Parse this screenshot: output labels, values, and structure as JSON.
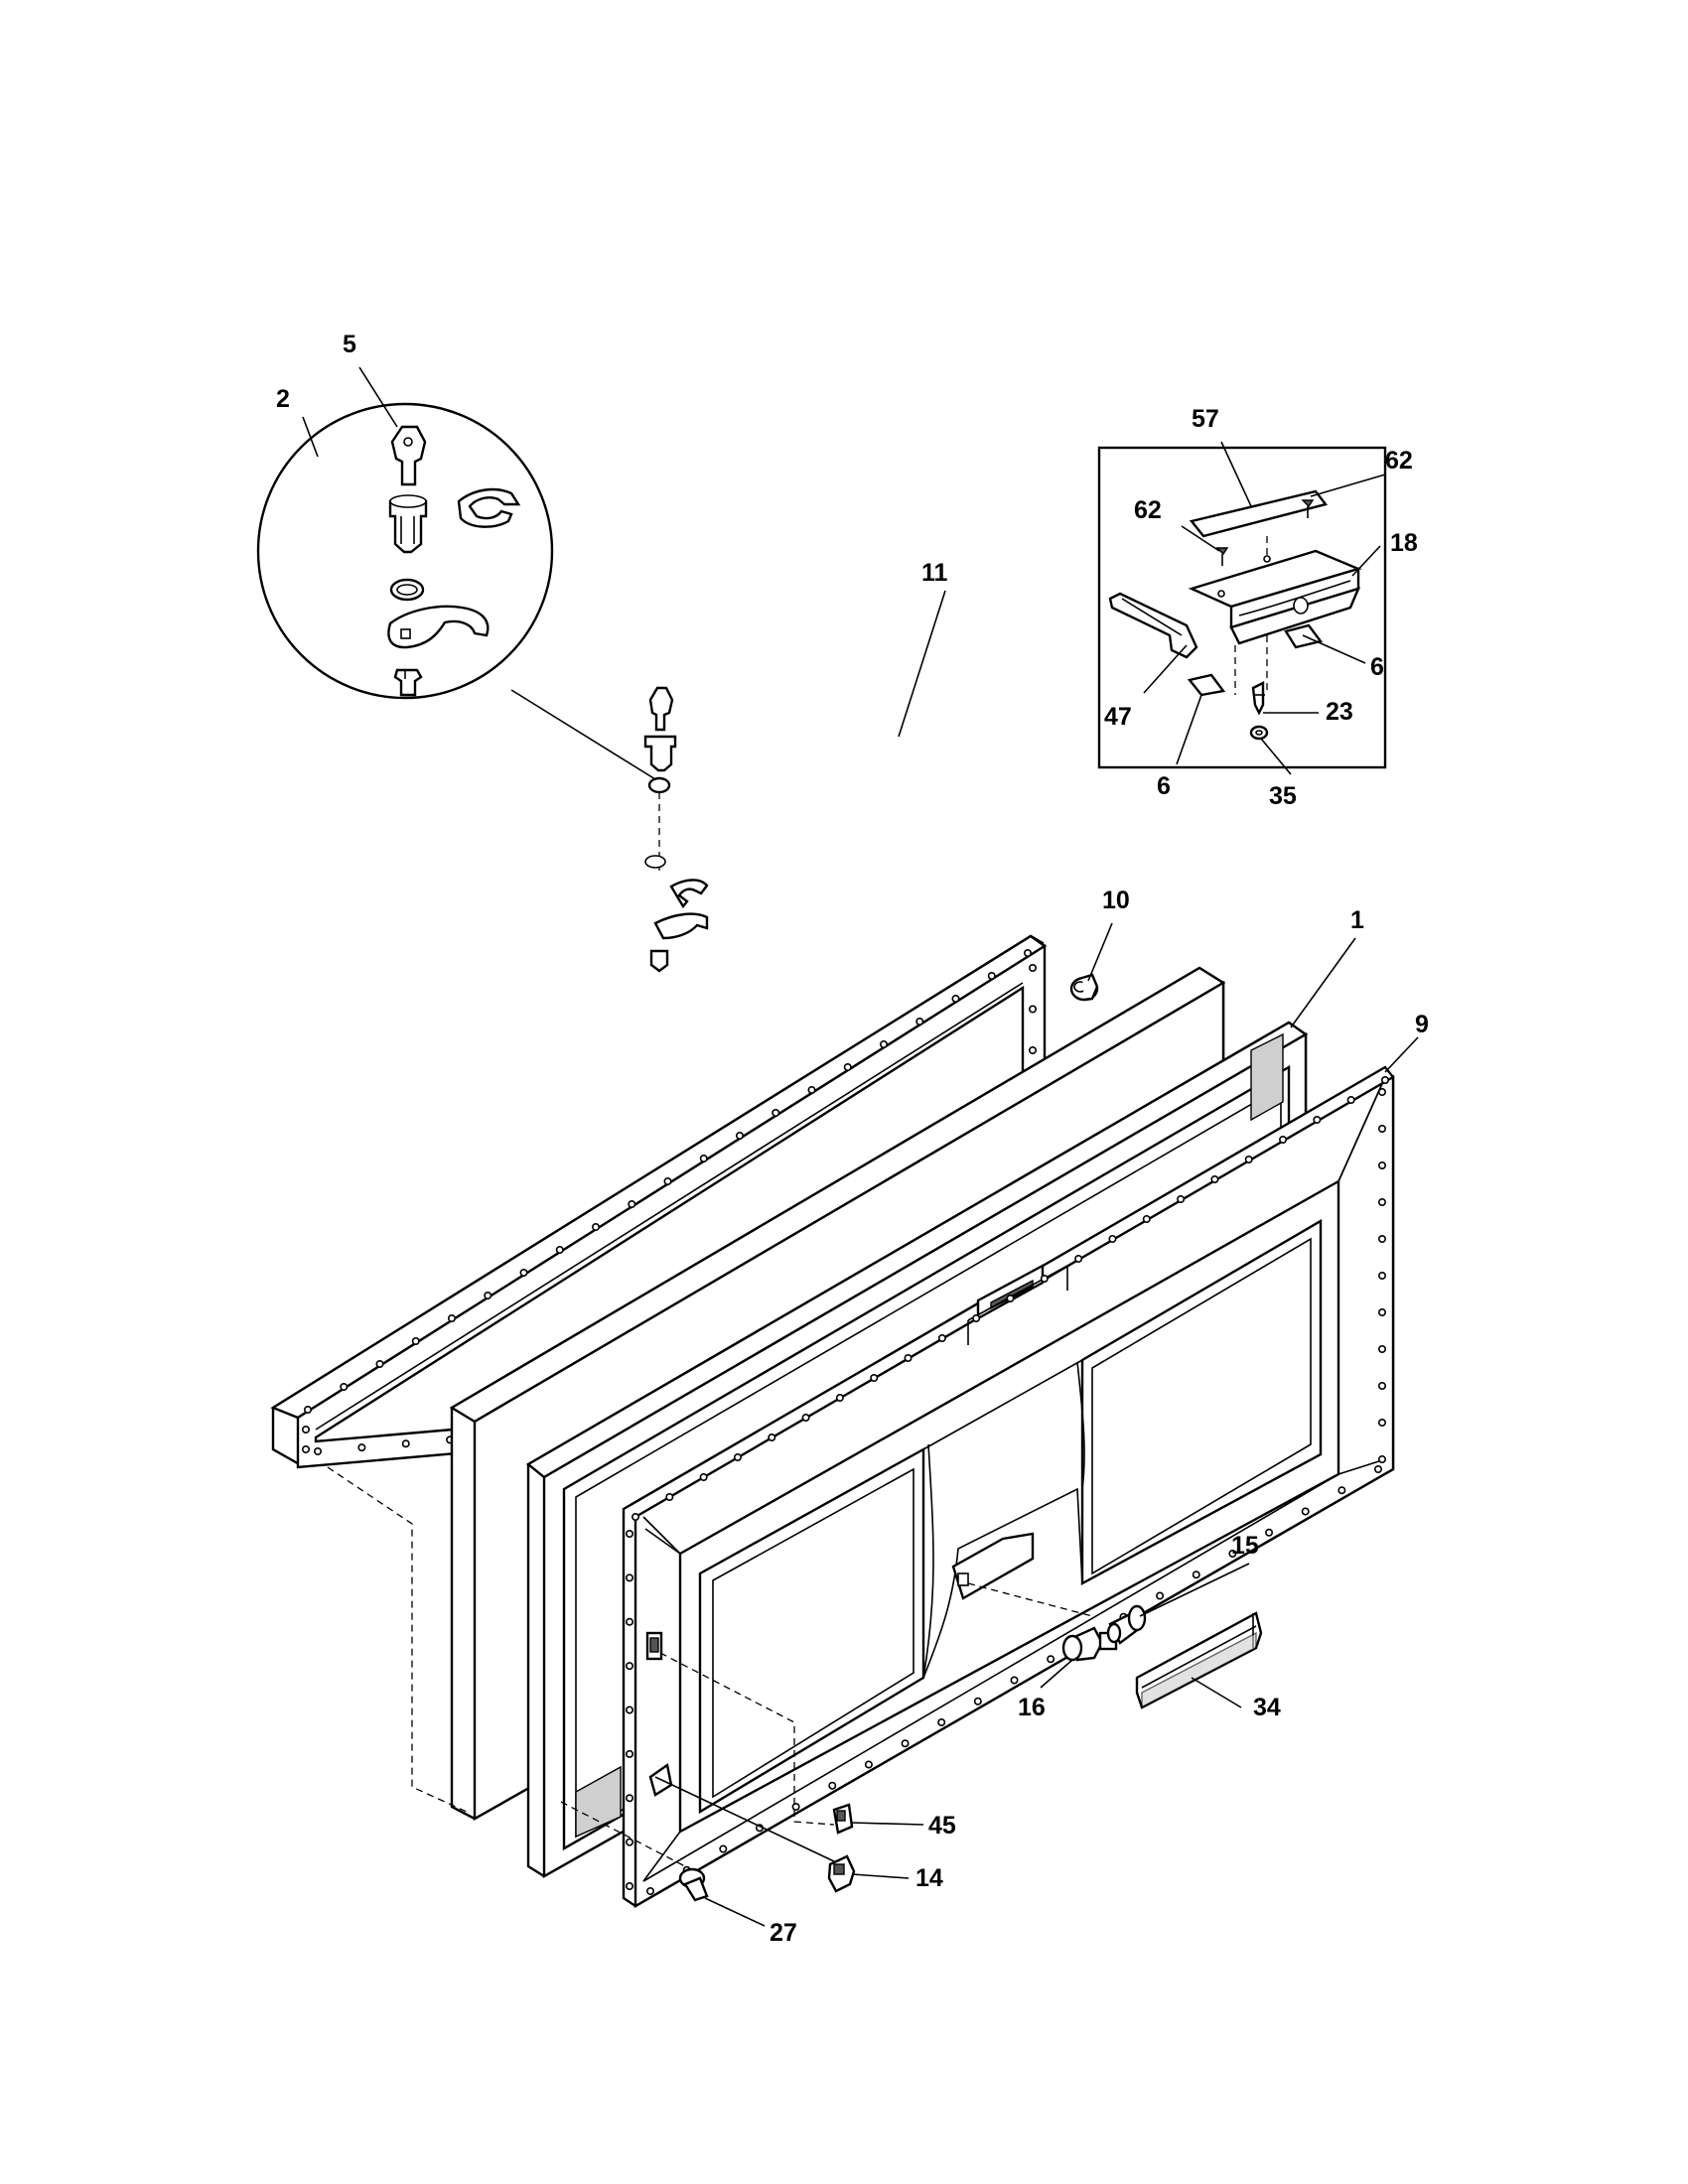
{
  "callouts": [
    {
      "id": "c5",
      "label": "5"
    },
    {
      "id": "c2",
      "label": "2"
    },
    {
      "id": "c11",
      "label": "11"
    },
    {
      "id": "c57",
      "label": "57"
    },
    {
      "id": "c62a",
      "label": "62"
    },
    {
      "id": "c62b",
      "label": "62"
    },
    {
      "id": "c18",
      "label": "18"
    },
    {
      "id": "c6a",
      "label": "6"
    },
    {
      "id": "c47",
      "label": "47"
    },
    {
      "id": "c6b",
      "label": "6"
    },
    {
      "id": "c23",
      "label": "23"
    },
    {
      "id": "c35",
      "label": "35"
    },
    {
      "id": "c10",
      "label": "10"
    },
    {
      "id": "c1",
      "label": "1"
    },
    {
      "id": "c9",
      "label": "9"
    },
    {
      "id": "c15",
      "label": "15"
    },
    {
      "id": "c16",
      "label": "16"
    },
    {
      "id": "c34",
      "label": "34"
    },
    {
      "id": "c45",
      "label": "45"
    },
    {
      "id": "c14",
      "label": "14"
    },
    {
      "id": "c27",
      "label": "27"
    }
  ]
}
